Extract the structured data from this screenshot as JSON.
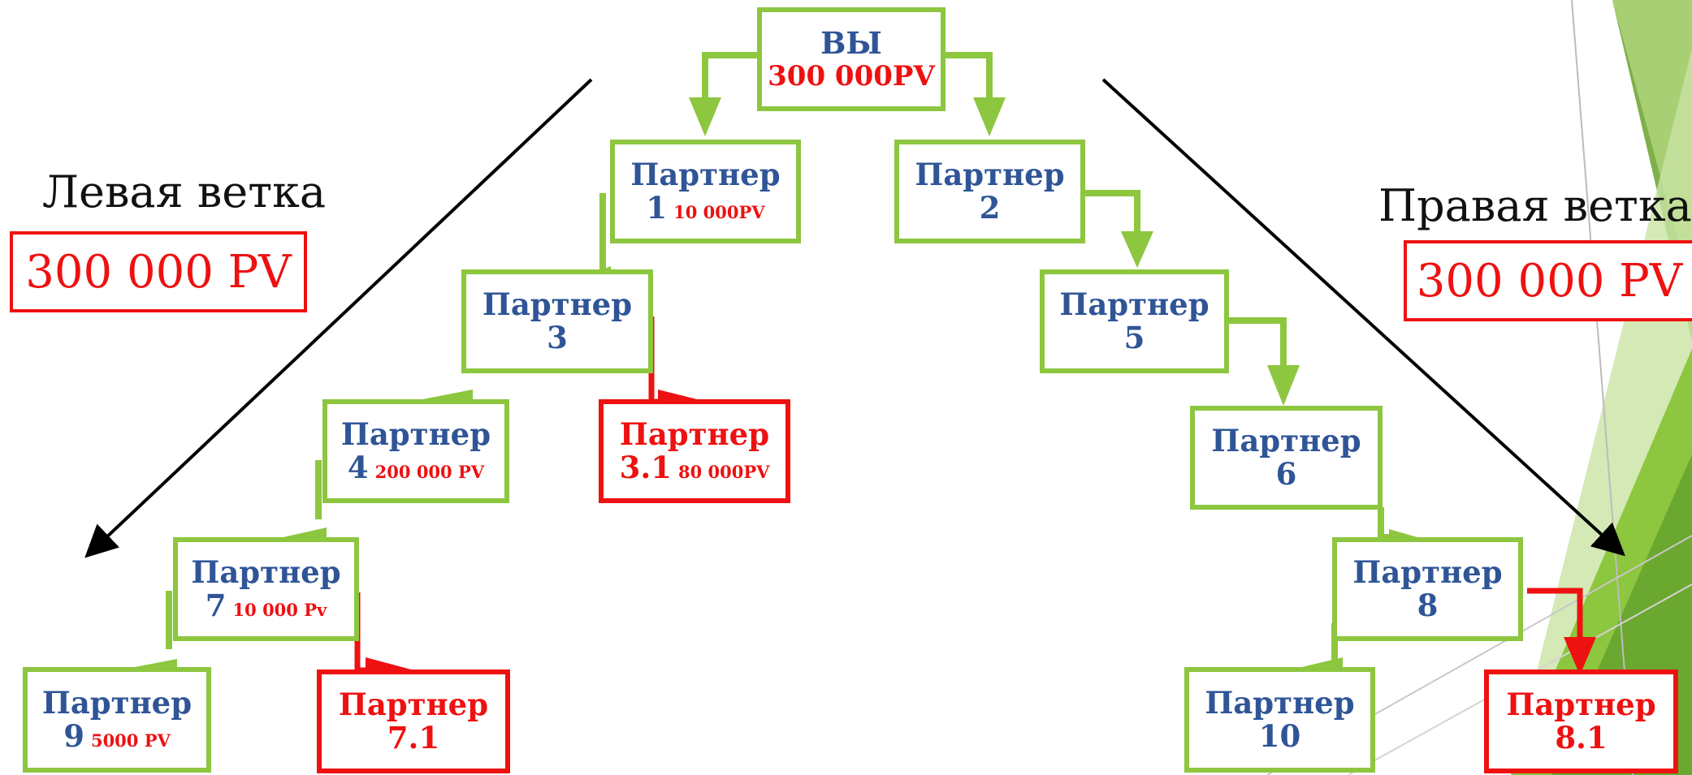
{
  "root": {
    "label": "ВЫ",
    "pv": "300 000PV"
  },
  "left_branch": {
    "label": "Левая ветка",
    "total": "300 000 PV"
  },
  "right_branch": {
    "label": "Правая ветка",
    "total": "300 000 PV"
  },
  "nodes": {
    "p1": {
      "title": "Партнер",
      "num": "1",
      "pv": "10 000PV"
    },
    "p2": {
      "title": "Партнер",
      "num": "2",
      "pv": ""
    },
    "p3": {
      "title": "Партнер",
      "num": "3",
      "pv": ""
    },
    "p3_1": {
      "title": "Партнер",
      "num": "3.1",
      "pv": "80 000PV"
    },
    "p4": {
      "title": "Партнер",
      "num": "4",
      "pv": "200 000 PV"
    },
    "p5": {
      "title": "Партнер",
      "num": "5",
      "pv": ""
    },
    "p6": {
      "title": "Партнер",
      "num": "6",
      "pv": ""
    },
    "p7": {
      "title": "Партнер",
      "num": "7",
      "pv": "10 000 Pv"
    },
    "p7_1": {
      "title": "Партнер",
      "num": "7.1",
      "pv": ""
    },
    "p8": {
      "title": "Партнер",
      "num": "8",
      "pv": ""
    },
    "p8_1": {
      "title": "Партнер",
      "num": "8.1",
      "pv": ""
    },
    "p9": {
      "title": "Партнер",
      "num": "9",
      "pv": "5000 PV"
    },
    "p10": {
      "title": "Партнер",
      "num": "10",
      "pv": ""
    }
  },
  "colors": {
    "green": "#8dc63f",
    "red": "#ee1111",
    "blue_text": "#2f5597"
  }
}
